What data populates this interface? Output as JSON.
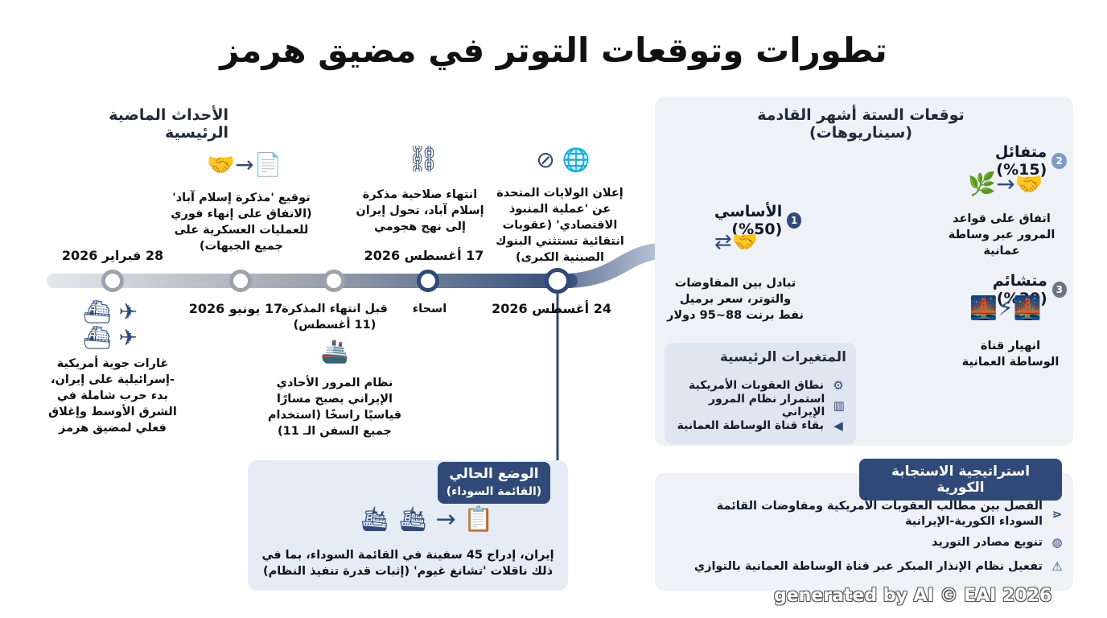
{
  "title": "تطورات وتوقعات التوتر في مضيق هرمز",
  "past": {
    "heading": "الأحداث الماضية الرئيسية",
    "events": [
      {
        "date": "28 فبراير 2026",
        "text": "غارات جوية أمريكية -إسرائيلية على إيران، بدء حرب شاملة في الشرق الأوسط وإغلاق فعلي لمضيق هرمز"
      },
      {
        "date": "17 يونيو 2026",
        "text": "توقيع 'مذكرة إسلام آباد' (الاتفاق على إنهاء فوري للعمليات العسكرية على جميع الجبهات)"
      },
      {
        "date": "قبل انتهاء المذكرة (11 أغسطس)",
        "text": "نظام المرور الأحادي الإيراني يصبح مسارًا قياسيًا راسخًا (استخدام جميع السفن الـ 11)"
      },
      {
        "date": "اسحاء",
        "text": "انتهاء صلاحية مذكرة إسلام آباد، تحول إيران إلى نهج هجومي",
        "sub": "17 أغسطس 2026"
      },
      {
        "date": "24 أغسطس 2026",
        "text": "إعلان الولايات المتحدة عن 'عملية المنبوذ الاقتصادي' (عقوبات انتقائية تستثني البنوك الصينية الكبرى)"
      }
    ]
  },
  "current": {
    "label": "الوضع الحالي",
    "sublabel": "(القائمة السوداء)",
    "text": "إيران، إدراج 45 سفينة في القائمة السوداء، بما في ذلك ناقلات 'تشانغ غيوم' (إثبات قدرة تنفيذ النظام)"
  },
  "forecast": {
    "heading": "توقعات الستة أشهر القادمة (سيناريوهات)",
    "base": {
      "num": "1",
      "label": "الأساسي (50%)",
      "text": "تبادل بين المفاوضات والتوتر، سعر برميل نفط برنت 88~95 دولار"
    },
    "optimistic": {
      "num": "2",
      "label": "متفائل (15%)",
      "text": "اتفاق على قواعد المرور عبر وساطة عمانية"
    },
    "pessimistic": {
      "num": "3",
      "label": "متشائم (30%)",
      "text": "انهيار قناة الوساطة العمانية"
    },
    "variables": {
      "heading": "المتغيرات الرئيسية",
      "items": [
        {
          "label": "نطاق العقوبات الأمريكية",
          "icon": "network-icon"
        },
        {
          "label": "استمرار نظام المرور الإيراني",
          "icon": "bar-chart-icon"
        },
        {
          "label": "بقاء قناة الوساطة العمانية",
          "icon": "megaphone-icon"
        }
      ]
    }
  },
  "korea": {
    "heading": "استراتيجية الاستجابة الكورية",
    "items": [
      {
        "label": "الفصل بين مطالب العقوبات الأمريكية ومفاوضات القائمة السوداء الكورية-الإيرانية",
        "icon": "share-icon"
      },
      {
        "label": "تنويع مصادر التوريد",
        "icon": "globe-icon"
      },
      {
        "label": "تفعيل نظام الإنذار المبكر عبر قناة الوساطة العمانية بالتوازي",
        "icon": "alarm-icon"
      }
    ]
  },
  "watermark": "generated by AI © EAI 2026",
  "colors": {
    "navy": "#2f4a78",
    "gray": "#9ca3af",
    "panel": "#eef1f6"
  }
}
